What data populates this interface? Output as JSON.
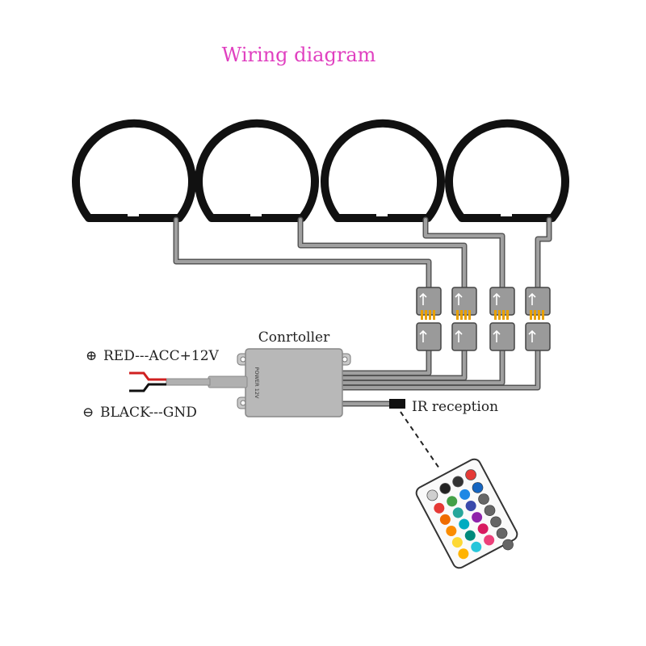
{
  "diagram": {
    "title": "Wiring diagram",
    "controller_label": "Conrtoller",
    "controller_side_text": "POWER 12V",
    "red_wire_label": "RED---ACC+12V",
    "black_wire_label": "BLACK---GND",
    "plus_symbol": "⊕",
    "minus_symbol": "⊖",
    "ir_label": "IR reception",
    "rings": [
      {
        "name": "ring-1"
      },
      {
        "name": "ring-2"
      },
      {
        "name": "ring-3"
      },
      {
        "name": "ring-4"
      }
    ],
    "remote_button_colors": [
      "#e53935",
      "#43a047",
      "#1e88e5",
      "#ef6c00",
      "#26a69a",
      "#3949ab",
      "#fb8c00",
      "#00acc1",
      "#8e24aa",
      "#fdd835",
      "#00897b",
      "#d81b60",
      "#ffb300",
      "#26c6da",
      "#ec407a"
    ],
    "colors": {
      "title": "#e040c0",
      "ring": "#111111",
      "wire": "#555555",
      "connector": "#9a9a9a",
      "pin": "#e8a000",
      "controller": "#b8b8b8",
      "red_wire": "#d02020",
      "black_wire": "#111111"
    }
  }
}
